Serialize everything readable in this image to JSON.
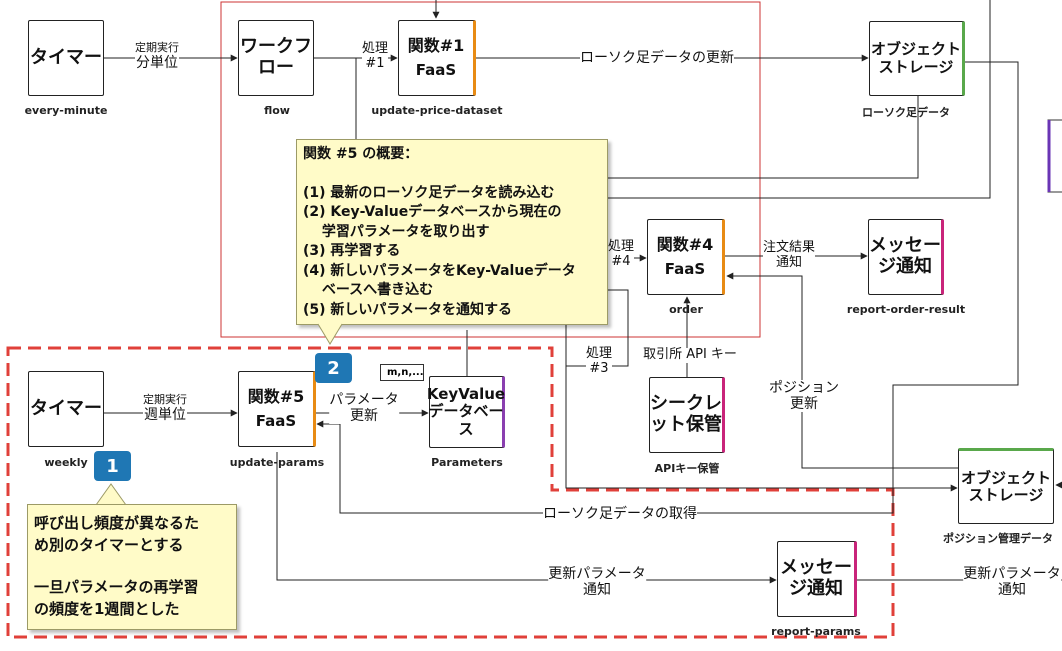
{
  "nodes": {
    "timer1": {
      "label": "タイマー",
      "caption": "every-minute"
    },
    "flow": {
      "label": "ワークフロー",
      "caption": "flow"
    },
    "fn1": {
      "title": "関数#1",
      "sub": "FaaS",
      "caption": "update-price-dataset"
    },
    "obj1": {
      "label": "オブジェクトストレージ",
      "caption": "ローソク足データ"
    },
    "fn4": {
      "title": "関数#4",
      "sub": "FaaS",
      "caption": "order"
    },
    "msg1": {
      "label": "メッセージ通知",
      "caption": "report-order-result"
    },
    "timer2": {
      "label": "タイマー",
      "caption": "weekly"
    },
    "fn5": {
      "title": "関数#5",
      "sub": "FaaS",
      "caption": "update-params"
    },
    "kv": {
      "label": "KeyValueデータベース",
      "caption": "Parameters",
      "icon": "m,n,..."
    },
    "secret": {
      "label": "シークレット保管",
      "caption": "APIキー保管"
    },
    "obj2": {
      "label": "オブジェクトストレージ",
      "caption": "ポジション管理データ"
    },
    "msg2": {
      "label": "メッセージ通知",
      "caption": "report-params"
    }
  },
  "edges": {
    "e1": {
      "line1": "定期実行",
      "line2": "分単位"
    },
    "e2": {
      "line1": "処理",
      "line2": "#1"
    },
    "e3": {
      "text": "ローソク足データの更新"
    },
    "e4": {
      "line1": "処理",
      "line2": "#4"
    },
    "e5": {
      "line1": "注文結果",
      "line2": "通知"
    },
    "e6": {
      "line1": "定期実行",
      "line2": "週単位"
    },
    "e7": {
      "line1": "パラメータ",
      "line2": "更新"
    },
    "e8": {
      "line1": "処理",
      "line2": "#3"
    },
    "e9": {
      "text": "取引所 API キー"
    },
    "e10": {
      "line1": "ポジション",
      "line2": "更新"
    },
    "e11": {
      "text": "ローソク足データの取得"
    },
    "e12": {
      "line1": "更新パラメータ",
      "line2": "通知"
    },
    "e13": {
      "line1": "更新パラメータ",
      "line2": "通知"
    }
  },
  "note_fn5": {
    "title": "関数 #5 の概要：",
    "items": [
      "(1) 最新のローソク足データを読み込む",
      "(2) Key-Valueデータベースから現在の",
      "　  学習パラメータを取り出す",
      "(3) 再学習する",
      "(4) 新しいパラメータをKey-Valueデータ",
      "　  ベースへ書き込む",
      "(5) 新しいパラメータを通知する"
    ]
  },
  "note_timer": {
    "lines": [
      "呼び出し頻度が異なるた",
      "め別のタイマーとする",
      "",
      "一旦パラメータの再学習",
      "の頻度を1週間とした"
    ]
  },
  "badges": {
    "b1": "1",
    "b2": "2"
  },
  "colors": {
    "region_red": "#cc3333",
    "dash_red": "#e0403a",
    "note_bg": "#fffbc8",
    "badge": "#1f77b4",
    "fn_accent": "#e88b14",
    "obj_accent": "#59a84b",
    "msg_accent": "#c9247a",
    "kv_accent": "#8a3fb0"
  }
}
